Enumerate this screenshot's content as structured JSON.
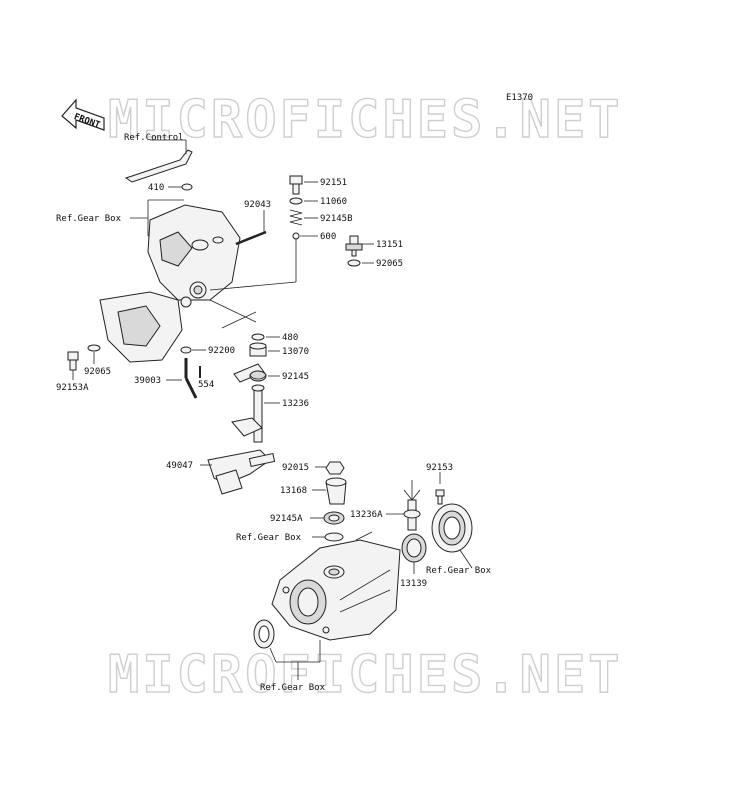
{
  "diagram_code": "E1370",
  "front_label": "FRONT",
  "watermark": "MICROFICHES.NET",
  "labels": {
    "ref_control": "Ref.Control",
    "ref_gear_box_1": "Ref.Gear Box",
    "ref_gear_box_2": "Ref.Gear Box",
    "ref_gear_box_3": "Ref.Gear Box",
    "ref_gear_box_4": "Ref.Gear Box",
    "p410": "410",
    "p92043": "92043",
    "p92151": "92151",
    "p11060": "11060",
    "p92145B": "92145B",
    "p600": "600",
    "p13151": "13151",
    "p92065a": "92065",
    "p92065b": "92065",
    "p92153A": "92153A",
    "p480": "480",
    "p13070": "13070",
    "p92200": "92200",
    "p39003": "39003",
    "p554": "554",
    "p92145": "92145",
    "p13236": "13236",
    "p49047": "49047",
    "p92015": "92015",
    "p13168": "13168",
    "p92145A": "92145A",
    "p92153": "92153",
    "p13236A": "13236A",
    "p13139": "13139"
  }
}
